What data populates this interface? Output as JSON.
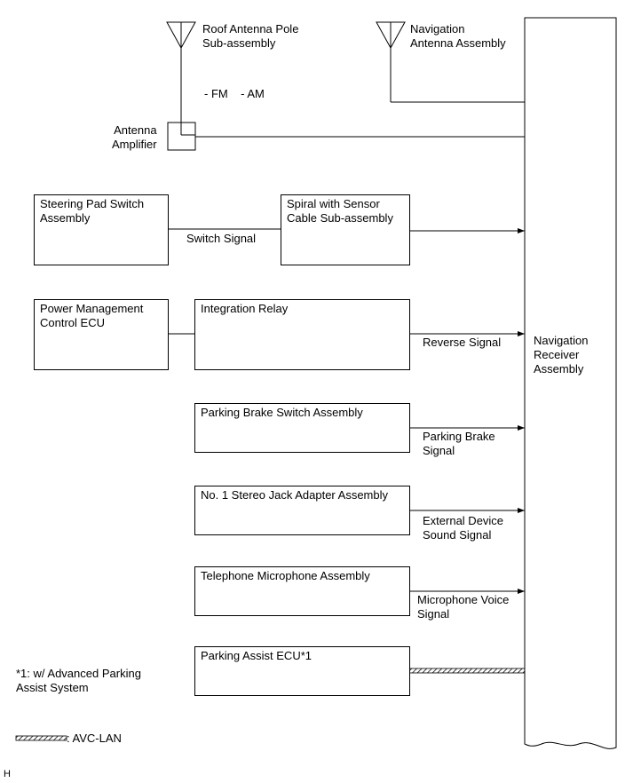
{
  "antennas": {
    "roof": "Roof Antenna Pole\nSub-assembly",
    "navigation": "Navigation\nAntenna Assembly",
    "bands": "- FM    - AM",
    "amplifier": "Antenna\nAmplifier"
  },
  "components": {
    "steering_pad": "Steering Pad Switch\nAssembly",
    "spiral_cable": "Spiral with Sensor\nCable Sub-assembly",
    "power_mgmt": "Power Management\nControl ECU",
    "integration_relay": "Integration Relay",
    "parking_brake": "Parking Brake Switch Assembly",
    "stereo_jack": "No. 1 Stereo Jack Adapter Assembly",
    "microphone": "Telephone Microphone Assembly",
    "parking_assist": "Parking Assist ECU*1",
    "receiver": "Navigation\nReceiver\nAssembly"
  },
  "signals": {
    "switch": "Switch Signal",
    "reverse": "Reverse Signal",
    "parking_brake": "Parking Brake\nSignal",
    "external_sound": "External Device\nSound Signal",
    "microphone": "Microphone Voice\nSignal"
  },
  "notes": {
    "footnote": "*1: w/ Advanced Parking\nAssist System",
    "legend": ": AVC-LAN",
    "corner": "H"
  }
}
